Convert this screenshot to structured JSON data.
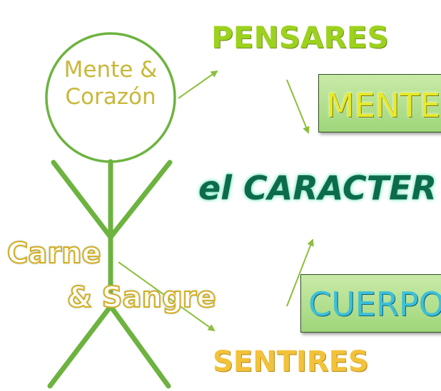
{
  "figure": {
    "head_label_line1": "Mente &",
    "head_label_line2": "Corazón",
    "top_label": "PENSARES",
    "bottom_label": "SENTIRES",
    "center_label": "el CARACTER",
    "body_label_line1": "Carne",
    "body_label_line2": "& Sangre",
    "box_top": "MENTE",
    "box_bottom": "CUERPO"
  },
  "colors": {
    "stick_figure": "#6db33f",
    "arrows": "#8cbf3c",
    "box_fill": "#b6e394",
    "center_text": "#0d6b4c",
    "pensares_text": "#9cd21e",
    "sentires_text": "#f2c23a"
  }
}
